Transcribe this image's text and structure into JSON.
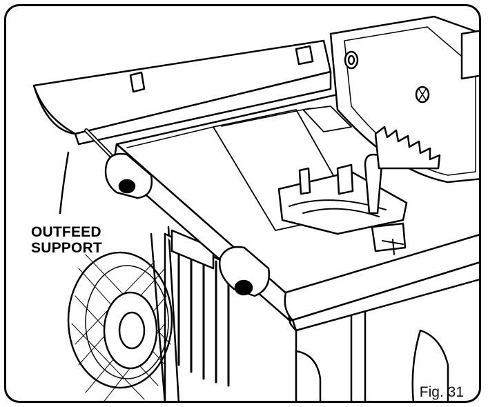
{
  "figure": {
    "callout_line1": "OUTFEED",
    "callout_line2": "SUPPORT",
    "label": "Fig. 31"
  },
  "colors": {
    "stroke": "#000000",
    "background": "#ffffff",
    "light_fill": "#f2f2f2"
  },
  "icons": {
    "table_saw": "table-saw-illustration",
    "outfeed_support": "outfeed-support-tray",
    "blade": "saw-blade",
    "miter_gauge": "miter-gauge",
    "wheel": "wheel"
  }
}
